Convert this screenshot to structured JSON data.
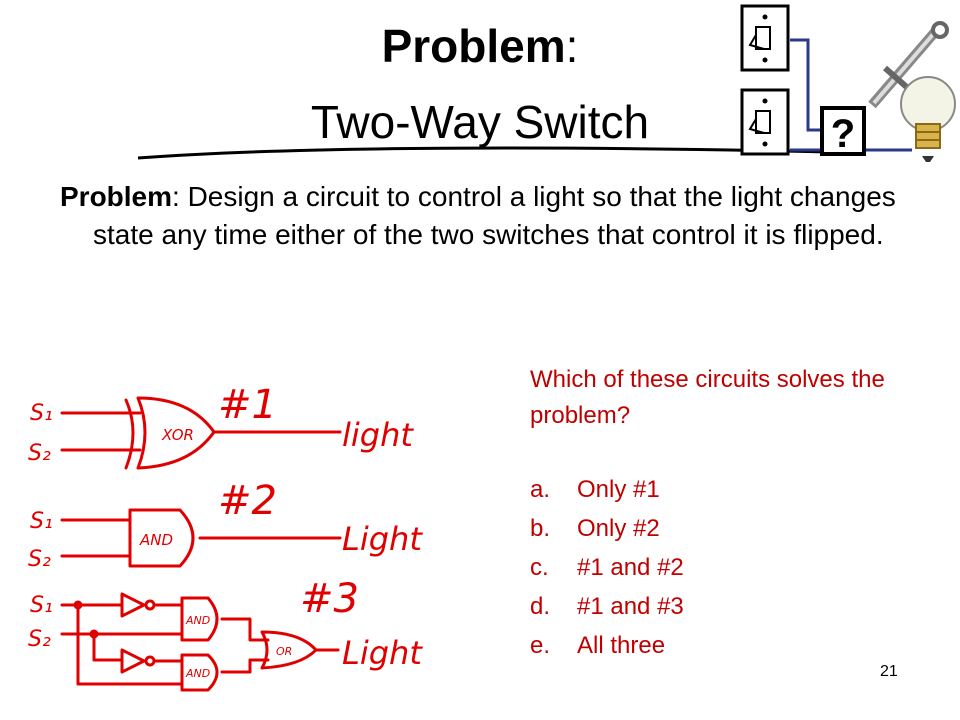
{
  "title": {
    "line1_bold": "Problem",
    "line1_rest": ":",
    "line2": "Two-Way Switch"
  },
  "problem": {
    "label": "Problem",
    "text": ": Design a circuit to control a light so that the light changes state any time either of the two switches that control it is flipped."
  },
  "question": {
    "prompt": "Which of these circuits solves the problem?",
    "options": [
      {
        "letter": "a.",
        "text": "Only #1"
      },
      {
        "letter": "b.",
        "text": "Only #2"
      },
      {
        "letter": "c.",
        "text": "#1 and #2"
      },
      {
        "letter": "d.",
        "text": "#1 and #3"
      },
      {
        "letter": "e.",
        "text": "All three"
      }
    ]
  },
  "circuits": [
    {
      "number": "#1",
      "gate": "XOR",
      "in1": "S₁",
      "in2": "S₂",
      "out": "light"
    },
    {
      "number": "#2",
      "gate": "AND",
      "in1": "S₁",
      "in2": "S₂",
      "out": "Light"
    },
    {
      "number": "#3",
      "gates": [
        "AND",
        "AND",
        "OR"
      ],
      "in1": "S₁",
      "in2": "S₂",
      "out": "Light"
    }
  ],
  "illustration": {
    "question_mark": "?"
  },
  "page_number": "21",
  "colors": {
    "ink": "#e00000",
    "wire": "#2a3a8a"
  }
}
